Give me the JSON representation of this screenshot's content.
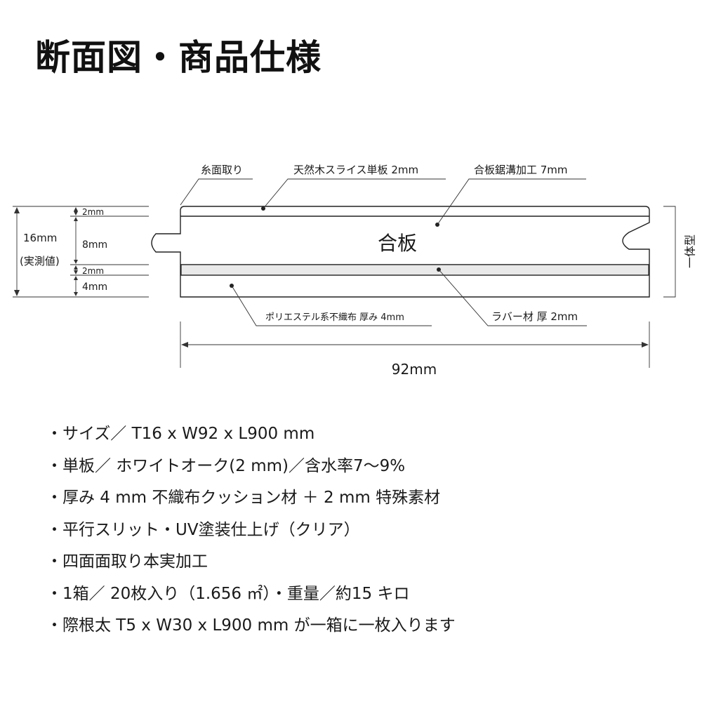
{
  "title": "断面図・商品仕様",
  "diagram": {
    "labels": {
      "chamfer": "糸面取り",
      "veneer": "天然木スライス単板 2mm",
      "groove": "合板鋸溝加工 7mm",
      "plywood": "合板",
      "felt": "ポリエステル系不織布 厚み 4mm",
      "rubber": "ラバー材 厚 2mm",
      "integral": "一体型",
      "width": "92mm",
      "total_thickness": "16mm",
      "actual": "(実測値)",
      "layer_2mm_top": "2mm",
      "layer_8mm": "8mm",
      "layer_2mm_mid": "2mm",
      "layer_4mm": "4mm"
    }
  },
  "specs": [
    "・サイズ／ T16 x W92 x L900 mm",
    "・単板／ ホワイトオーク(2 mm)／含水率7～9%",
    "・厚み 4 mm 不織布クッション材 ＋ 2 mm 特殊素材",
    "・平行スリット・UV塗装仕上げ（クリア）",
    "・四面面取り本実加工",
    "・1箱／ 20枚入り（1.656 ㎡）・重量／約15 キロ",
    "・際根太 T5 x W30 x L900 mm が一箱に一枚入ります"
  ]
}
